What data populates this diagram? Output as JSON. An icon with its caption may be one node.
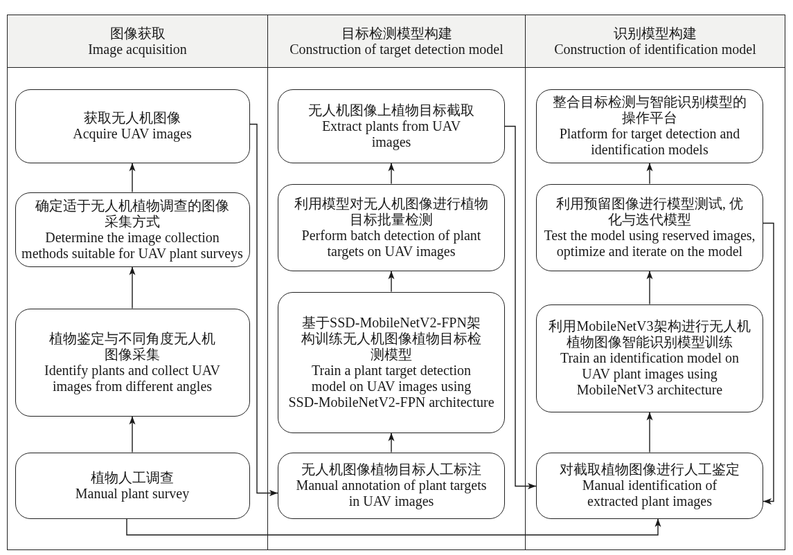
{
  "diagram": {
    "nodes": [
      {
        "text": [
          "图像获取",
          "Image acquisition"
        ]
      },
      {
        "text": [
          "获取无人机图像",
          "Acquire UAV images"
        ],
        "in": 0
      },
      {
        "text": [
          "确定适于无人机植物调查的图像采集方式",
          "Determine the image collection methods suitable for UAV plant surveys"
        ],
        "in": 0
      },
      {
        "text": [
          "植物鉴定与不同角度无人机图像采集",
          "Identify plants and collect UAV images from different angles"
        ],
        "in": 0
      },
      {
        "text": [
          "植物人工调查",
          "Manual plant survey"
        ],
        "in": 0
      },
      {
        "text": [
          "目标检测模型构建",
          "Construction of target detection model"
        ]
      },
      {
        "text": [
          "无人机图像上植物目标截取",
          "Extract plants from UAV images"
        ],
        "in": 5
      },
      {
        "text": [
          "利用模型对无人机图像进行植物目标批量检测",
          "Perform batch detection of plant targets on UAV images"
        ],
        "in": 5
      },
      {
        "text": [
          "基于SSD-MobileNetV2-FPN架构训练无人机图像植物目标检测模型",
          "Train a plant target detection model on UAV images using SSD-MobileNetV2-FPN architecture"
        ],
        "in": 5
      },
      {
        "text": [
          "无人机图像植物目标人工标注",
          "Manual annotation of plant targets in UAV images"
        ],
        "in": 5
      },
      {
        "text": [
          "识别模型构建",
          "Construction of identification model"
        ]
      },
      {
        "text": [
          "整合目标检测与智能识别模型的操作平台",
          "Platform for target detection and identification models"
        ],
        "in": 10
      },
      {
        "text": [
          "利用预留图像进行模型测试, 优化与迭代模型",
          "Test the model using reserved images, optimize and iterate on the model"
        ],
        "in": 10
      },
      {
        "text": [
          "利用MobileNetV3架构进行无人机植物图像智能识别模型训练",
          "Train an identification model on UAV plant images using MobileNetV3 architecture"
        ],
        "in": 10
      },
      {
        "text": [
          "对截取植物图像进行人工鉴定",
          "Manual identification of extracted plant images"
        ],
        "in": 10
      }
    ],
    "edges": [
      {
        "from": 4,
        "to": 3,
        "arrow": "to"
      },
      {
        "from": 3,
        "to": 2,
        "arrow": "to"
      },
      {
        "from": 2,
        "to": 1,
        "arrow": "to"
      },
      {
        "from": 1,
        "to": 9,
        "arrow": "to"
      },
      {
        "from": 4,
        "to": 14,
        "arrow": "to"
      },
      {
        "from": 9,
        "to": 8,
        "arrow": "to"
      },
      {
        "from": 8,
        "to": 7,
        "arrow": "to"
      },
      {
        "from": 7,
        "to": 6,
        "arrow": "to"
      },
      {
        "from": 6,
        "to": 14,
        "arrow": "to"
      },
      {
        "from": 14,
        "to": 13,
        "arrow": "to"
      },
      {
        "from": 13,
        "to": 12,
        "arrow": "to"
      },
      {
        "from": 12,
        "to": 11,
        "arrow": "to"
      },
      {
        "from": 12,
        "to": 14,
        "arrow": "to"
      }
    ]
  }
}
